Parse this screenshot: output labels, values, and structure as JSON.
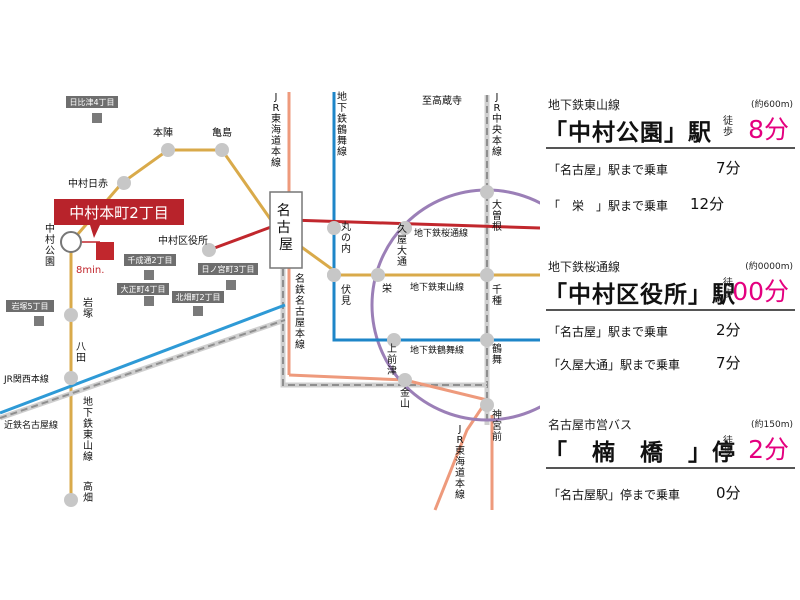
{
  "map": {
    "property_label": "中村本町2丁目",
    "walk_label": "8min.",
    "rail_lines": [
      {
        "label": "JR東海道本線",
        "color": "#ee9a7c"
      },
      {
        "label": "地下鉄鶴舞線",
        "color": "#1e86c8"
      },
      {
        "label": "JR中央本線",
        "color": "#bfbfbf"
      },
      {
        "label": "地下鉄桜通線",
        "color": "#c1272d"
      },
      {
        "label": "地下鉄東山線",
        "color": "#d9aa4a"
      },
      {
        "label": "地下鉄名城線",
        "color": "#9b7fb7"
      },
      {
        "label": "名鉄名古屋本線",
        "color": "#ee9a7c"
      },
      {
        "label": "JR関西本線",
        "color": "#2e9ad6"
      },
      {
        "label": "近鉄名古屋線",
        "color": "#888888"
      }
    ],
    "labels": {
      "honjin": "本陣",
      "kamejima": "亀島",
      "nakamura_nisseki": "中村日赤",
      "nakamura_koen": "中村公園",
      "nakamura_kuyakusho": "中村区役所",
      "nagoya": "名古屋",
      "marunouchi": "丸の内",
      "hisaya_odori": "久屋大通",
      "sakae": "栄",
      "fushimi": "伏見",
      "sengen_kita": "至高蔵寺",
      "jr_tokaido": "JR東海道本線",
      "jr_chuo": "JR中央本線",
      "tsurumai_line": "地下鉄鶴舞線",
      "sakuradori_line": "地下鉄桜通線",
      "higashiyama_line_h": "地下鉄東山線",
      "tsurumai_line_h": "地下鉄鶴舞線",
      "ozone": "大曽根",
      "chikusa": "千種",
      "tsurumai": "鶴舞",
      "kamimaezu": "上前津",
      "kanayama": "金山",
      "jingumae": "神宮前",
      "meitetsu": "名鉄名古屋本線",
      "iwatsuka": "岩塚",
      "hatta": "八田",
      "takabata": "高畑",
      "jr_kansai": "JR関西本線",
      "kintetsu": "近鉄名古屋線",
      "higashiyama_line_v": "地下鉄東山線",
      "jr_tokaido_lower": "JR東海道本線"
    },
    "bus_stops": [
      "日比津4丁目",
      "千成通2丁目",
      "大正町4丁目",
      "日ノ宮町3丁目",
      "北畑町2丁目",
      "岩塚5丁目"
    ]
  },
  "access": [
    {
      "line": "地下鉄東山線",
      "distance": "(約600m)",
      "station": "「中村公園」駅",
      "walk": "徒歩",
      "minutes": "8分",
      "rides": [
        {
          "text": "「名古屋」駅まで乗車",
          "time": "7分"
        },
        {
          "text": "「　栄　」駅まで乗車",
          "time": "12分"
        }
      ]
    },
    {
      "line": "地下鉄桜通線",
      "distance": "(約0000m)",
      "station": "「中村区役所」駅",
      "walk": "徒歩",
      "minutes": "00分",
      "rides": [
        {
          "text": "「名古屋」駅まで乗車",
          "time": "2分"
        },
        {
          "text": "「久屋大通」駅まで乗車",
          "time": "7分"
        }
      ]
    },
    {
      "line": "名古屋市営バス",
      "distance": "(約150m)",
      "station": "「　楠　橋　」停",
      "walk": "徒歩",
      "minutes": "2分",
      "rides": [
        {
          "text": "「名古屋駅」停まで乗車",
          "time": "0分"
        }
      ]
    }
  ]
}
